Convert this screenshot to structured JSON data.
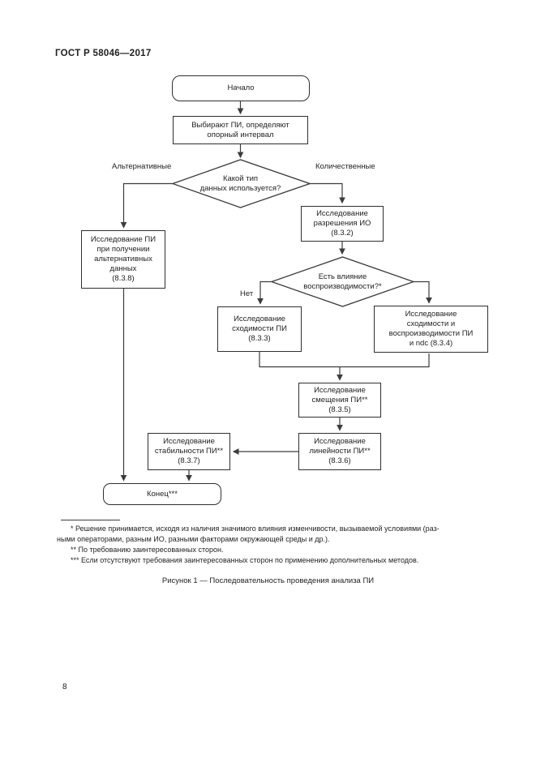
{
  "page": {
    "header": "ГОСТ Р 58046—2017",
    "caption": "Рисунок 1 — Последовательность проведения анализа ПИ",
    "page_number": "8"
  },
  "flowchart": {
    "start_label": "Начало",
    "select_box_label": "Выбирают ПИ, определяют\nопорный интервал",
    "decision_data_type_label": "Какой тип\nданных используется?",
    "branch_alternative_label": "Альтернативные",
    "branch_quantitative_label": "Количественные",
    "branch_no_label": "Нет",
    "box_8_3_8_label": "Исследование ПИ\nпри получении\nальтернативных\nданных\n(8.3.8)",
    "box_8_3_2_label": "Исследование\nразрешения ИО\n(8.3.2)",
    "decision_reproducibility_label": "Есть влияние\nвоспроизводимости?*",
    "box_8_3_3_label": "Исследование\nсходимости ПИ\n(8.3.3)",
    "box_8_3_4_label": "Исследование\nсходимости и\nвоспроизводимости ПИ\nи ndc (8.3.4)",
    "box_8_3_5_label": "Исследование\nсмещения ПИ**\n(8.3.5)",
    "box_8_3_6_label": "Исследование\nлинейности ПИ**\n(8.3.6)",
    "box_8_3_7_label": "Исследование\nстабильности ПИ**\n(8.3.7)",
    "end_label": "Конец***"
  },
  "footnotes": [
    "* Решение принимается, исходя из наличия значимого влияния изменчивости, вызываемой условиями (раз-\nными операторами, разным ИО, разными факторами окружающей среды и др.).",
    "** По требованию заинтересованных сторон.",
    "*** Если отсутствуют требования заинтересованных сторон по применению дополнительных методов."
  ],
  "colors": {
    "connector_line": "#3c3c3c",
    "node_border": "#2f2f2f",
    "text": "#222222",
    "background": "#ffffff"
  }
}
